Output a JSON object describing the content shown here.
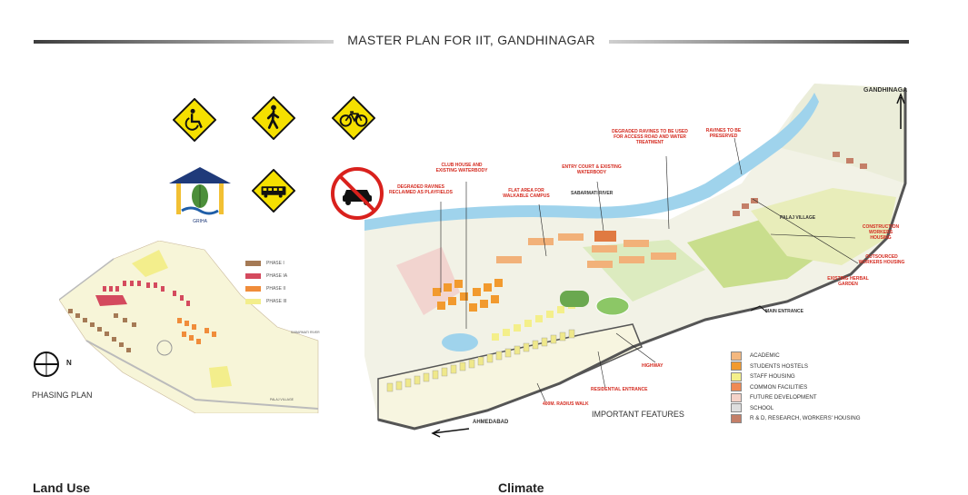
{
  "header": {
    "title": "MASTER PLAN FOR IIT, GANDHINAGAR"
  },
  "signs": {
    "wheelchair": "wheelchair-icon",
    "pedestrian": "pedestrian-icon",
    "bicycle": "bicycle-icon",
    "logo_text": "GRIHA",
    "bus": "bus-icon",
    "no_car": "no-car-icon"
  },
  "phasing": {
    "title": "PHASING PLAN",
    "north": "N",
    "legend": [
      {
        "label": "PHASE I",
        "color": "#a57a55"
      },
      {
        "label": "PHASE IA",
        "color": "#d44a5e"
      },
      {
        "label": "PHASE II",
        "color": "#f08c3a"
      },
      {
        "label": "PHASE III",
        "color": "#f3ee8c"
      }
    ],
    "river_label": "SABARMATI RIVER",
    "village_label": "PALAJ VILLAGE"
  },
  "map": {
    "labels": {
      "gandhinagar": "GANDHINAGA",
      "ravines_preserved": "RAVINES TO BE PRESERVED",
      "degraded_access": "DEGRADED RAVINES TO BE USED FOR ACCESS ROAD AND WATER TREATMENT",
      "entry_court": "ENTRY COURT & EXISTING WATERBODY",
      "sabarmati": "SABARMATI RIVER",
      "club_house": "CLUB HOUSE AND EXISTING WATERBODY",
      "flat_area": "FLAT AREA FOR WALKABLE CAMPUS",
      "degraded_playfields": "DEGRADED RAVINES RECLAIMED AS PLAYFIELDS",
      "palaj": "PALAJ VILLAGE",
      "construction": "CONSTRUCTION WORKERS HOUSING",
      "outsourced": "OUTSOURCED WORKERS HOUSING",
      "herbal": "EXISTING HERBAL GARDEN",
      "main_entrance": "MAIN ENTRANCE",
      "highway": "HIGHWAY",
      "residential": "RESIDENTIAL ENTRANCE",
      "radius": "400m. RADIUS WALK",
      "ahmedabad": "AHMEDABAD",
      "features": "IMPORTANT FEATURES"
    },
    "legend": [
      {
        "label": "ACADEMIC",
        "color": "#f4b87f"
      },
      {
        "label": "STUDENTS HOSTELS",
        "color": "#f29a2e"
      },
      {
        "label": "STAFF HOUSING",
        "color": "#f4ef8a"
      },
      {
        "label": "COMMON FACILITIES",
        "color": "#ef8a55"
      },
      {
        "label": "FUTURE DEVELOPMENT",
        "color": "#f4d2c8"
      },
      {
        "label": "SCHOOL",
        "color": "#dedede"
      },
      {
        "label": "R & D, RESEARCH, WORKERS' HOUSING",
        "color": "#c47f68"
      }
    ]
  },
  "bottom": {
    "left_fragment": "Land Use",
    "right_fragment": "Climate"
  }
}
